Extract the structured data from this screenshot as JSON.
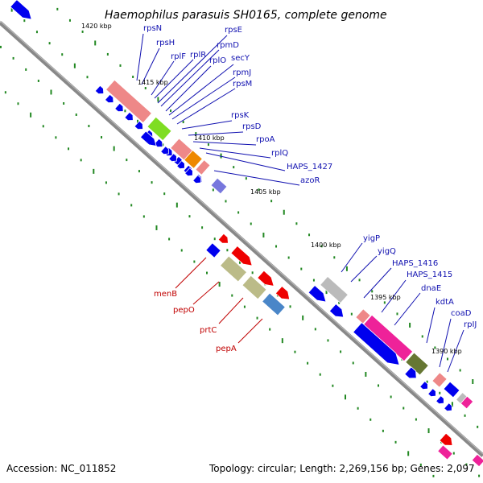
{
  "title": "Haemophilus parasuis SH0165, complete genome",
  "footer": {
    "accession": "Accession: NC_011852",
    "summary": "Topology: circular; Length: 2,269,156 bp; Genes: 2,097"
  },
  "kbp_labels": [
    "1420 kbp",
    "1415 kbp",
    "1410 kbp",
    "1405 kbp",
    "1400 kbp",
    "1395 kbp",
    "1390 kbp"
  ],
  "genes_top": [
    "rpsN",
    "rpsH",
    "rplF",
    "rplR",
    "rpsE",
    "rpmD",
    "rplO",
    "secY",
    "rpmJ",
    "rpsM",
    "rpsK",
    "rpsD",
    "rpoA",
    "rplQ",
    "HAPS_1427",
    "azoR"
  ],
  "genes_right": [
    "yigP",
    "yigQ",
    "HAPS_1416",
    "HAPS_1415",
    "dnaE",
    "kdtA",
    "coaD",
    "rpIJ"
  ],
  "genes_left": [
    "menB",
    "pepO",
    "prtC",
    "pepA"
  ],
  "colors": {
    "blue": "#0000ee",
    "red": "#ee0000",
    "salmon": "#ee8888",
    "green": "#7fdd22",
    "orange": "#ee8800",
    "olive": "#bbbb88",
    "steel": "#4a86c8",
    "grey": "#bbbbbb",
    "magenta": "#ee2299",
    "darkolive": "#667733",
    "purple": "#7777dd",
    "backbone": "#777777",
    "tick": "#228822"
  }
}
